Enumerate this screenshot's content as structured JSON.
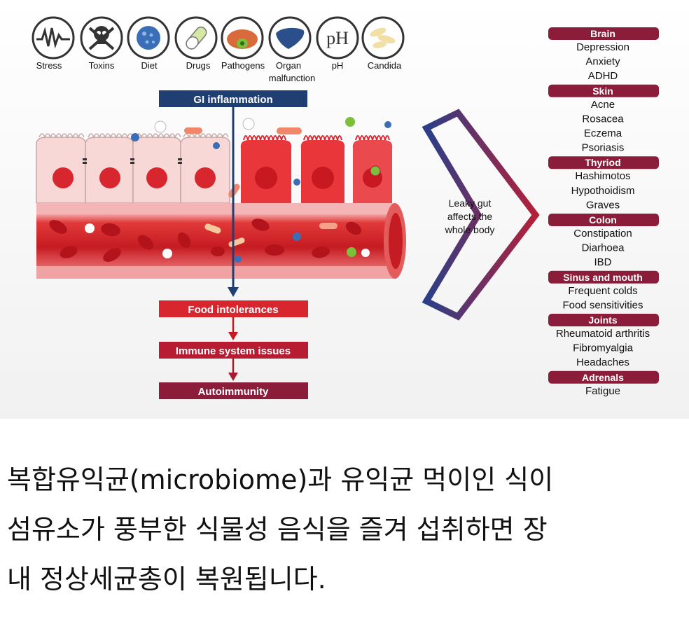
{
  "causes": [
    {
      "label": "Stress",
      "icon": "stress-wave-icon"
    },
    {
      "label": "Toxins",
      "icon": "skull-crossbones-icon"
    },
    {
      "label": "Diet",
      "icon": "food-ball-icon"
    },
    {
      "label": "Drugs",
      "icon": "pill-capsule-icon"
    },
    {
      "label": "Pathogens",
      "icon": "pathogen-cell-icon"
    },
    {
      "label": "Organ",
      "label2": "malfunction",
      "icon": "liver-organ-icon"
    },
    {
      "label": "pH",
      "icon": "ph-symbol-icon"
    },
    {
      "label": "Candida",
      "icon": "candida-yeast-icon"
    }
  ],
  "ph_symbol": "pH",
  "gi_inflammation": "GI inflammation",
  "outcomes": [
    "Food intolerances",
    "Immune system issues",
    "Autoimmunity"
  ],
  "leaky_gut": [
    "Leaky gut",
    "affects the",
    "whole body"
  ],
  "categories": [
    {
      "name": "Brain",
      "items": [
        "Depression",
        "Anxiety",
        "ADHD"
      ]
    },
    {
      "name": "Skin",
      "items": [
        "Acne",
        "Rosacea",
        "Eczema",
        "Psoriasis"
      ]
    },
    {
      "name": "Thyriod",
      "items": [
        "Hashimotos",
        "Hypothoidism",
        "Graves"
      ]
    },
    {
      "name": "Colon",
      "items": [
        "Constipation",
        "Diarhoea",
        "IBD"
      ]
    },
    {
      "name": "Sinus and mouth",
      "items": [
        "Frequent colds",
        "Food sensitivities"
      ]
    },
    {
      "name": "Joints",
      "items": [
        "Rheumatoid arthritis",
        "Fibromyalgia",
        "Headaches"
      ]
    },
    {
      "name": "Adrenals",
      "items": [
        "Fatigue"
      ]
    }
  ],
  "caption_lines": [
    "복합유익균(microbiome)과 유익균 먹이인 식이",
    "섬유소가 풍부한 식물성 음식을 즐겨 섭취하면 장",
    "내 정상세균총이 복원됩니다."
  ],
  "colors": {
    "navy": "#1f3f73",
    "red": "#d8262f",
    "maroon": "#8c1d3a",
    "pink_cell": "#f7d8d6",
    "vessel": "#c91c24"
  }
}
